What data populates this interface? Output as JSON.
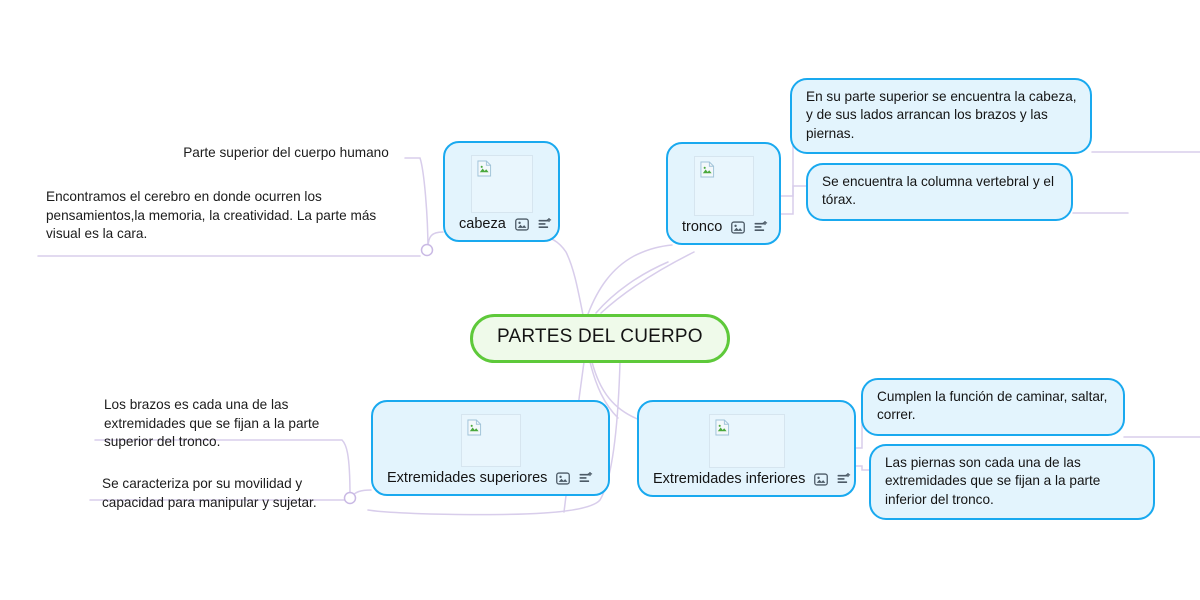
{
  "document": {
    "background_color": "#ffffff",
    "type": "mind-map"
  },
  "root": {
    "label": "PARTES DEL CUERPO",
    "border_color": "#5ec93a",
    "fill_color": "#effaea"
  },
  "style": {
    "node_border_color": "#19a9ef",
    "node_fill_color": "#e3f4fd",
    "connector_color": "#d8cdeb",
    "text_color": "#1b1b1b"
  },
  "branches": [
    {
      "id": "cabeza",
      "label": "cabeza",
      "kind": "image-topic",
      "icons": [
        "image-icon",
        "note-add-icon"
      ],
      "children": [
        {
          "id": "cabeza-note-1",
          "kind": "plain-text",
          "text": "Parte superior del cuerpo humano"
        },
        {
          "id": "cabeza-note-2",
          "kind": "plain-text",
          "text": "Encontramos el cerebro en donde ocurren los pensamientos,la memoria, la creatividad. La parte más visual es la cara."
        }
      ]
    },
    {
      "id": "tronco",
      "label": "tronco",
      "kind": "image-topic",
      "icons": [
        "image-icon",
        "note-add-icon"
      ],
      "children": [
        {
          "id": "tronco-note-1",
          "kind": "bubble",
          "text": "En su parte superior se encuentra la cabeza, y de sus lados arrancan los brazos y las piernas."
        },
        {
          "id": "tronco-note-2",
          "kind": "bubble",
          "text": "Se encuentra la columna vertebral y el tórax."
        }
      ]
    },
    {
      "id": "extremidades-superiores",
      "label": "Extremidades superiores",
      "kind": "image-topic",
      "icons": [
        "image-icon",
        "note-add-icon"
      ],
      "children": [
        {
          "id": "ext-sup-note-1",
          "kind": "plain-text",
          "text": "Los brazos es cada una de las extremidades que se fijan a la parte superior del tronco."
        },
        {
          "id": "ext-sup-note-2",
          "kind": "plain-text",
          "text": "Se caracteriza por su movilidad y capacidad para manipular y sujetar."
        }
      ]
    },
    {
      "id": "extremidades-inferiores",
      "label": "Extremidades inferiores",
      "kind": "image-topic",
      "icons": [
        "image-icon",
        "note-add-icon"
      ],
      "children": [
        {
          "id": "ext-inf-note-1",
          "kind": "bubble",
          "text": "Cumplen la función de caminar, saltar, correr."
        },
        {
          "id": "ext-inf-note-2",
          "kind": "bubble",
          "text": "Las piernas son cada una de las extremidades que se fijan a la parte inferior del tronco."
        }
      ]
    }
  ]
}
